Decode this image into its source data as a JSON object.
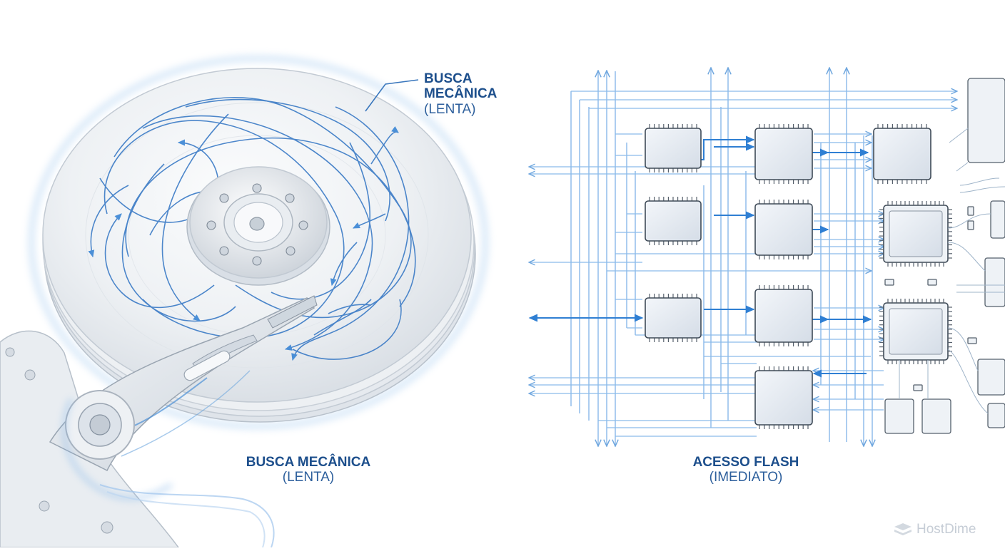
{
  "labels": {
    "top_title_line1": "BUSCA",
    "top_title_line2": "MECÂNICA",
    "top_subtitle": "(LENTA)",
    "hdd_title": "BUSCA MECÂNICA",
    "hdd_subtitle": "(LENTA)",
    "ssd_title": "ACESSO FLASH",
    "ssd_subtitle": "(IMEDIATO)"
  },
  "brand": {
    "name": "HostDime"
  },
  "colors": {
    "text_dark": "#1d4f8c",
    "text_light": "#2d5f9c",
    "line_blue": "#4b90d6",
    "arrow_blue": "#2f7fd3",
    "platter": "#e9edf2",
    "chip_fill": "#e3e9f1",
    "chip_stroke": "#4c5866"
  },
  "icons": [
    "hard-disk-illustration",
    "flash-circuit-illustration",
    "hostdime-logo-icon"
  ]
}
